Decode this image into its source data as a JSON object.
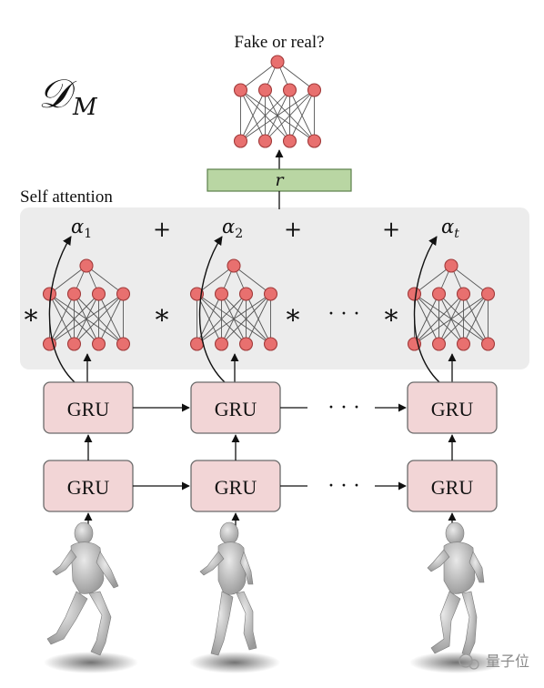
{
  "title_symbol": "𝒟",
  "title_subscript": "M",
  "output_label": "Fake or real?",
  "r_label": "r",
  "attention_label": "Self attention",
  "alphas": [
    {
      "base": "α",
      "sub": "1"
    },
    {
      "base": "α",
      "sub": "2"
    },
    {
      "base": "α",
      "sub": "t"
    }
  ],
  "plus": "+",
  "star": "*",
  "ellipsis": "· · · ·",
  "ellipsis_short": "· · ·",
  "gru_label": "GRU",
  "watermark_text": "量子位",
  "colors": {
    "node_fill": "#e8706f",
    "node_stroke": "#a23b3b",
    "gru_fill": "#f2d5d6",
    "gru_stroke": "#6b6b6b",
    "r_fill": "#b9d6a3",
    "r_stroke": "#5a7f4a",
    "panel_fill": "#ececec",
    "edge": "#555555"
  }
}
